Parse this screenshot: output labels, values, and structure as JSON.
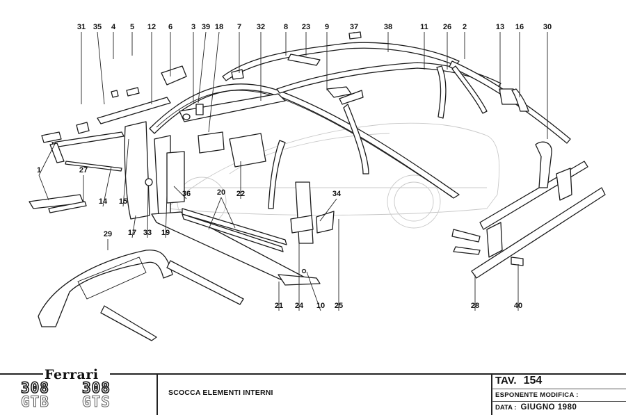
{
  "diagram": {
    "type": "exploded-parts-diagram",
    "subject": "body shell inner elements",
    "callouts": [
      {
        "id": "31",
        "label": "31"
      },
      {
        "id": "35",
        "label": "35"
      },
      {
        "id": "4",
        "label": "4"
      },
      {
        "id": "5",
        "label": "5"
      },
      {
        "id": "12",
        "label": "12"
      },
      {
        "id": "6",
        "label": "6"
      },
      {
        "id": "3",
        "label": "3"
      },
      {
        "id": "39",
        "label": "39"
      },
      {
        "id": "18",
        "label": "18"
      },
      {
        "id": "7",
        "label": "7"
      },
      {
        "id": "32",
        "label": "32"
      },
      {
        "id": "8",
        "label": "8"
      },
      {
        "id": "23",
        "label": "23"
      },
      {
        "id": "9",
        "label": "9"
      },
      {
        "id": "37",
        "label": "37"
      },
      {
        "id": "38",
        "label": "38"
      },
      {
        "id": "11",
        "label": "11"
      },
      {
        "id": "26",
        "label": "26"
      },
      {
        "id": "2",
        "label": "2"
      },
      {
        "id": "13",
        "label": "13"
      },
      {
        "id": "16",
        "label": "16"
      },
      {
        "id": "30",
        "label": "30"
      },
      {
        "id": "1",
        "label": "1"
      },
      {
        "id": "27",
        "label": "27"
      },
      {
        "id": "14",
        "label": "14"
      },
      {
        "id": "15",
        "label": "15"
      },
      {
        "id": "17",
        "label": "17"
      },
      {
        "id": "33",
        "label": "33"
      },
      {
        "id": "19",
        "label": "19"
      },
      {
        "id": "36",
        "label": "36"
      },
      {
        "id": "20",
        "label": "20"
      },
      {
        "id": "22",
        "label": "22"
      },
      {
        "id": "34",
        "label": "34"
      },
      {
        "id": "29",
        "label": "29"
      },
      {
        "id": "21",
        "label": "21"
      },
      {
        "id": "24",
        "label": "24"
      },
      {
        "id": "10",
        "label": "10"
      },
      {
        "id": "25",
        "label": "25"
      },
      {
        "id": "28",
        "label": "28"
      },
      {
        "id": "40",
        "label": "40"
      }
    ]
  },
  "titleblock": {
    "brand": "Ferrari",
    "models": [
      {
        "number": "308",
        "suffix": "GTB"
      },
      {
        "number": "308",
        "suffix": "GTS"
      }
    ],
    "description": "SCOCCA ELEMENTI INTERNI",
    "tav_label": "TAV.",
    "tav_number": "154",
    "esponente_label": "ESPONENTE  MODIFICA :",
    "esponente_value": "",
    "data_label": "DATA :",
    "data_value": "GIUGNO  1980"
  }
}
